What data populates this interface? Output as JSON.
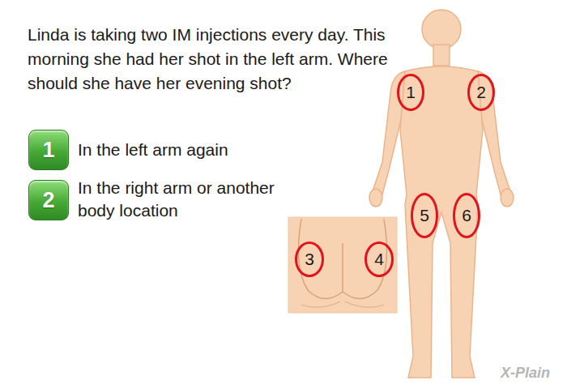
{
  "diagram": {
    "title": "Linda is taking two IM injections every day. This morning she had her shot in the left arm. Where should she have her evening shot?",
    "nodes": [
      {
        "text": [
          "1"
        ]
      },
      {
        "text": [
          "2"
        ]
      },
      {
        "text": [
          "1"
        ]
      },
      {
        "text": [
          "2"
        ]
      },
      {
        "text": [
          "5"
        ]
      },
      {
        "text": [
          "6"
        ]
      },
      {
        "text": [
          "3"
        ]
      },
      {
        "text": [
          "4"
        ]
      }
    ],
    "labels": [
      "In the left arm again",
      "In the right arm or another body location",
      "X-Plain"
    ]
  }
}
